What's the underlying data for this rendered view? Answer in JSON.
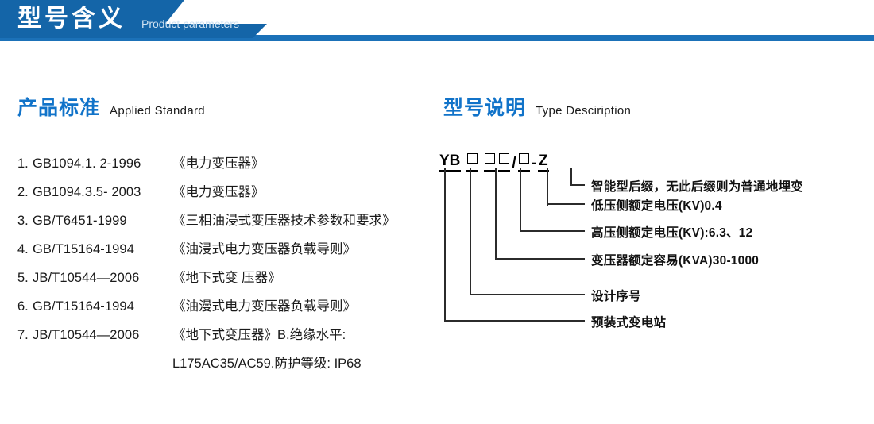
{
  "banner": {
    "title_cn": "型号含义",
    "title_en": "Product parameters",
    "color_dark": "#1465a8",
    "color_bar": "#1b71b8"
  },
  "sections": {
    "left": {
      "heading_cn": "产品标准",
      "heading_en": "Applied Standard",
      "heading_color": "#1173c9"
    },
    "right": {
      "heading_cn": "型号说明",
      "heading_en": "Type Desciription",
      "heading_color": "#1173c9"
    }
  },
  "standards": [
    {
      "index": "1.",
      "code": "GB1094.1. 2-1996",
      "name": "《电力变压器》"
    },
    {
      "index": "2.",
      "code": "GB1094.3.5- 2003",
      "name": "《电力变压器》"
    },
    {
      "index": "3.",
      "code": "GB/T6451-1999",
      "name": "《三相油浸式变压器技术参数和要求》"
    },
    {
      "index": "4.",
      "code": "GB/T15164-1994",
      "name": "《油浸式电力变压器负载导则》"
    },
    {
      "index": "5.",
      "code": "JB/T10544—2006",
      "name": "《地下式变 压器》"
    },
    {
      "index": "6.",
      "code": "GB/T15164-1994",
      "name": "《油漫式电力变压器负载导则》"
    },
    {
      "index": "7.",
      "code": "JB/T10544—2006",
      "name": "《地下式变压器》B.绝缘水平:"
    }
  ],
  "standards_continuation": "L175AC35/AC59.防护等级: IP68",
  "type_code": {
    "prefix": "YB",
    "seg_design": "□",
    "seg_capacity_1": "□",
    "seg_capacity_2": "□",
    "slash": "/",
    "seg_lv": "□",
    "dash": "-",
    "suffix": "Z"
  },
  "type_labels": [
    {
      "id": "smart-suffix",
      "text": "智能型后缀，无此后缀则为普通地埋变"
    },
    {
      "id": "lv-voltage",
      "text": "低压侧额定电压(KV)0.4"
    },
    {
      "id": "hv-voltage",
      "text": "高压侧额定电压(KV):6.3、12"
    },
    {
      "id": "capacity",
      "text": "变压器额定容易(KVA)30-1000"
    },
    {
      "id": "design-serial",
      "text": "设计序号"
    },
    {
      "id": "substation",
      "text": "预装式变电站"
    }
  ]
}
